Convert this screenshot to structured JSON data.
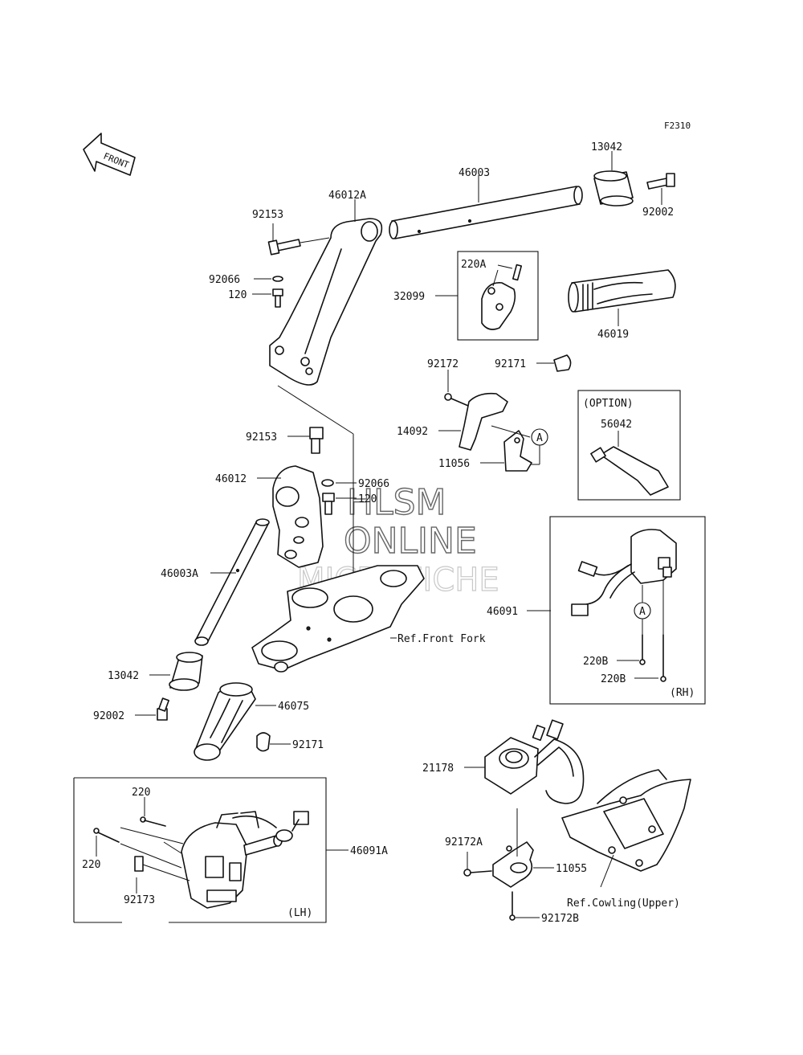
{
  "diagram_code": "F2310",
  "front_arrow": "FRONT",
  "watermark": {
    "line1": "HLSM",
    "line2": "ONLINE",
    "line3": "MICROFICHE"
  },
  "labels": {
    "p13042_top": "13042",
    "p46003": "46003",
    "p46012a": "46012A",
    "p92153_top": "92153",
    "p92002_top": "92002",
    "p220a": "220A",
    "p32099": "32099",
    "p92066_top": "92066",
    "p120_top": "120",
    "p46019": "46019",
    "p92172": "92172",
    "p92171_top": "92171",
    "p14092": "14092",
    "p11056": "11056",
    "p92153_mid": "92153",
    "p46012": "46012",
    "p92066_mid": "92066",
    "p120_mid": "120",
    "p46003a": "46003A",
    "p46091": "46091",
    "p220b_1": "220B",
    "p220b_2": "220B",
    "p13042_low": "13042",
    "p92002_low": "92002",
    "p46075": "46075",
    "p92171_low": "92171",
    "p21178": "21178",
    "p220_top": "220",
    "p220_left": "220",
    "p92173": "92173",
    "p46091a": "46091A",
    "p92172a": "92172A",
    "p11055": "11055",
    "p92172b": "92172B",
    "ref_front_fork": "Ref.Front Fork",
    "ref_cowling": "Ref.Cowling(Upper)"
  },
  "boxes": {
    "option_title": "(OPTION)",
    "option_part": "56042",
    "rh": "(RH)",
    "lh": "(LH)"
  },
  "callout_a": "A"
}
